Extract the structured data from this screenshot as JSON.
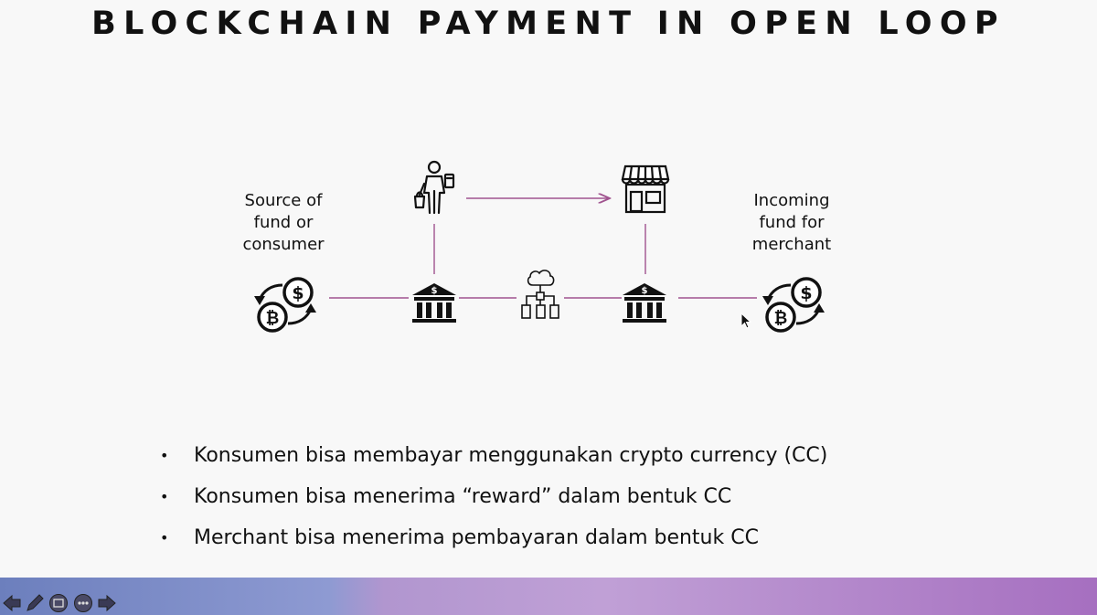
{
  "slide": {
    "title": "BLOCKCHAIN PAYMENT IN OPEN LOOP"
  },
  "diagram": {
    "source_label": [
      "Source of",
      "fund or",
      "consumer"
    ],
    "merchant_label": [
      "Incoming",
      "fund for",
      "merchant"
    ],
    "line_color": "#a0538f",
    "icons": [
      "consumer-icon",
      "store-icon",
      "crypto-exchange-icon",
      "bank-icon",
      "cloud-network-icon"
    ]
  },
  "bullets": [
    "Konsumen bisa membayar menggunakan crypto currency (CC)",
    "Konsumen bisa menerima “reward” dalam bentuk CC",
    "Merchant bisa menerima pembayaran dalam bentuk CC"
  ],
  "toolbar": {
    "buttons": [
      "previous-slide-icon",
      "pen-icon",
      "slides-overview-icon",
      "more-options-icon",
      "next-slide-icon"
    ]
  }
}
